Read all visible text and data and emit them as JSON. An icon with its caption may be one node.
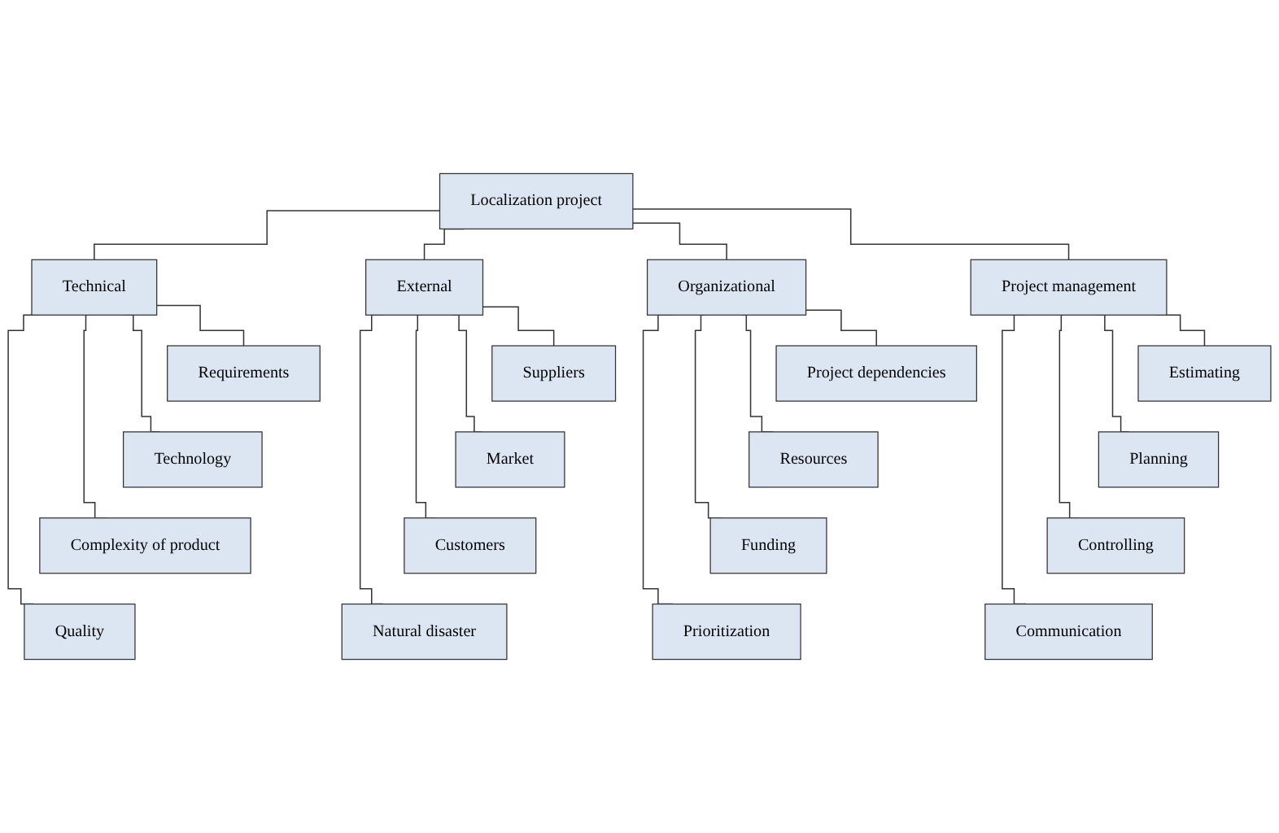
{
  "diagram": {
    "nodes": [
      {
        "text": [
          "Localization project"
        ]
      },
      {
        "text": [
          "Technical"
        ]
      },
      {
        "text": [
          "Requirements"
        ]
      },
      {
        "text": [
          "Technology"
        ]
      },
      {
        "text": [
          "Complexity of product"
        ]
      },
      {
        "text": [
          "Quality"
        ]
      },
      {
        "text": [
          "External"
        ]
      },
      {
        "text": [
          "Suppliers"
        ]
      },
      {
        "text": [
          "Market"
        ]
      },
      {
        "text": [
          "Customers"
        ]
      },
      {
        "text": [
          "Natural disaster"
        ]
      },
      {
        "text": [
          "Organizational"
        ]
      },
      {
        "text": [
          "Project dependencies"
        ]
      },
      {
        "text": [
          "Resources"
        ]
      },
      {
        "text": [
          "Funding"
        ]
      },
      {
        "text": [
          "Prioritization"
        ]
      },
      {
        "text": [
          "Project management"
        ]
      },
      {
        "text": [
          "Estimating"
        ]
      },
      {
        "text": [
          "Planning"
        ]
      },
      {
        "text": [
          "Controlling"
        ]
      },
      {
        "text": [
          "Communication"
        ]
      }
    ],
    "edges": [
      {
        "from": 0,
        "to": 1,
        "arrow": "none"
      },
      {
        "from": 0,
        "to": 6,
        "arrow": "none"
      },
      {
        "from": 0,
        "to": 11,
        "arrow": "none"
      },
      {
        "from": 0,
        "to": 16,
        "arrow": "none"
      },
      {
        "from": 1,
        "to": 2,
        "arrow": "none"
      },
      {
        "from": 1,
        "to": 3,
        "arrow": "none"
      },
      {
        "from": 1,
        "to": 4,
        "arrow": "none"
      },
      {
        "from": 1,
        "to": 5,
        "arrow": "none"
      },
      {
        "from": 6,
        "to": 7,
        "arrow": "none"
      },
      {
        "from": 6,
        "to": 8,
        "arrow": "none"
      },
      {
        "from": 6,
        "to": 9,
        "arrow": "none"
      },
      {
        "from": 6,
        "to": 10,
        "arrow": "none"
      },
      {
        "from": 11,
        "to": 12,
        "arrow": "none"
      },
      {
        "from": 11,
        "to": 13,
        "arrow": "none"
      },
      {
        "from": 11,
        "to": 14,
        "arrow": "none"
      },
      {
        "from": 11,
        "to": 15,
        "arrow": "none"
      },
      {
        "from": 16,
        "to": 17,
        "arrow": "none"
      },
      {
        "from": 16,
        "to": 18,
        "arrow": "none"
      },
      {
        "from": 16,
        "to": 19,
        "arrow": "none"
      },
      {
        "from": 16,
        "to": 20,
        "arrow": "none"
      }
    ]
  }
}
